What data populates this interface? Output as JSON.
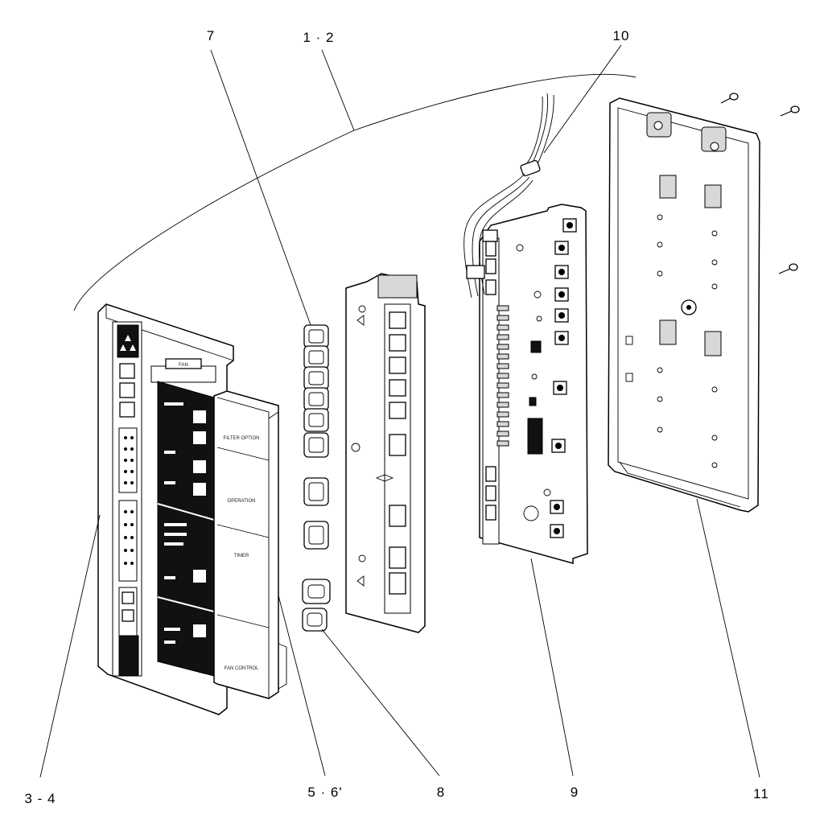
{
  "diagram": {
    "callouts": {
      "c1": "7",
      "c2": "1 · 2",
      "c3": "10",
      "c4": "3 - 4",
      "c5": "5 · 6'",
      "c6": "8",
      "c7": "9",
      "c8": "11"
    },
    "front_panel": {
      "window_label": "FAN",
      "mode_labels": [
        "FILTER OPTION",
        "OPERATION",
        "TIMER",
        "FAN CONTROL"
      ]
    }
  }
}
